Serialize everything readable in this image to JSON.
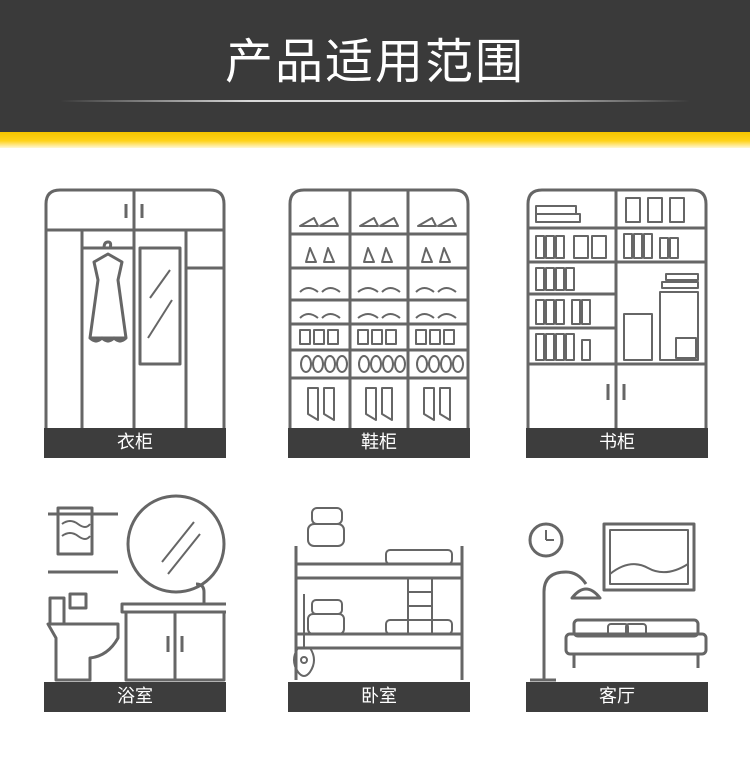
{
  "header": {
    "title": "产品适用范围"
  },
  "categories": [
    {
      "label": "衣柜",
      "icon": "wardrobe-icon"
    },
    {
      "label": "鞋柜",
      "icon": "shoe-cabinet-icon"
    },
    {
      "label": "书柜",
      "icon": "bookcase-icon"
    },
    {
      "label": "浴室",
      "icon": "bathroom-icon"
    },
    {
      "label": "卧室",
      "icon": "bedroom-icon"
    },
    {
      "label": "客厅",
      "icon": "living-room-icon"
    }
  ],
  "colors": {
    "banner": "#3a3a3a",
    "accent": "#f5c400",
    "label_bg": "#3d3d3d",
    "icon_stroke": "#666666"
  }
}
